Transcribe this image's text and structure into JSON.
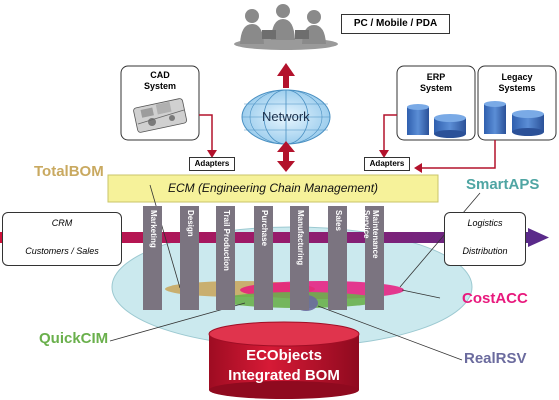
{
  "top": {
    "label": "PC / Mobile / PDA"
  },
  "network": {
    "label": "Network"
  },
  "cad": {
    "line1": "CAD",
    "line2": "System"
  },
  "erp": {
    "line1": "ERP",
    "line2": "System"
  },
  "legacy": {
    "line1": "Legacy",
    "line2": "Systems"
  },
  "adapters": {
    "left": "Adapters",
    "right": "Adapters"
  },
  "ecm": {
    "title": "ECM (Engineering Chain Management)"
  },
  "left_box": {
    "line1": "CRM",
    "line2": "Customers / Sales"
  },
  "right_box": {
    "line1": "Logistics",
    "line2": "Distribution"
  },
  "columns": [
    "Marketing",
    "Design",
    "Trail Production",
    "Purchase",
    "Manufacturing",
    "Sales",
    "Maintenance Service"
  ],
  "products": {
    "totalbom": "TotalBOM",
    "smartaps": "SmartAPS",
    "costacc": "CostACC",
    "quickcim": "QuickCIM",
    "realrsv": "RealRSV"
  },
  "database": {
    "line1": "ECObjects",
    "line2": "Integrated BOM"
  },
  "colors": {
    "totalbom": "#c9a960",
    "smartaps": "#4fa5a3",
    "costacc": "#e8197d",
    "quickcim": "#6ab04c",
    "realrsv": "#6b6b9e",
    "ecm": "#f6f29a",
    "cylinder": "#c8102e",
    "arrow": "#b3122c"
  }
}
